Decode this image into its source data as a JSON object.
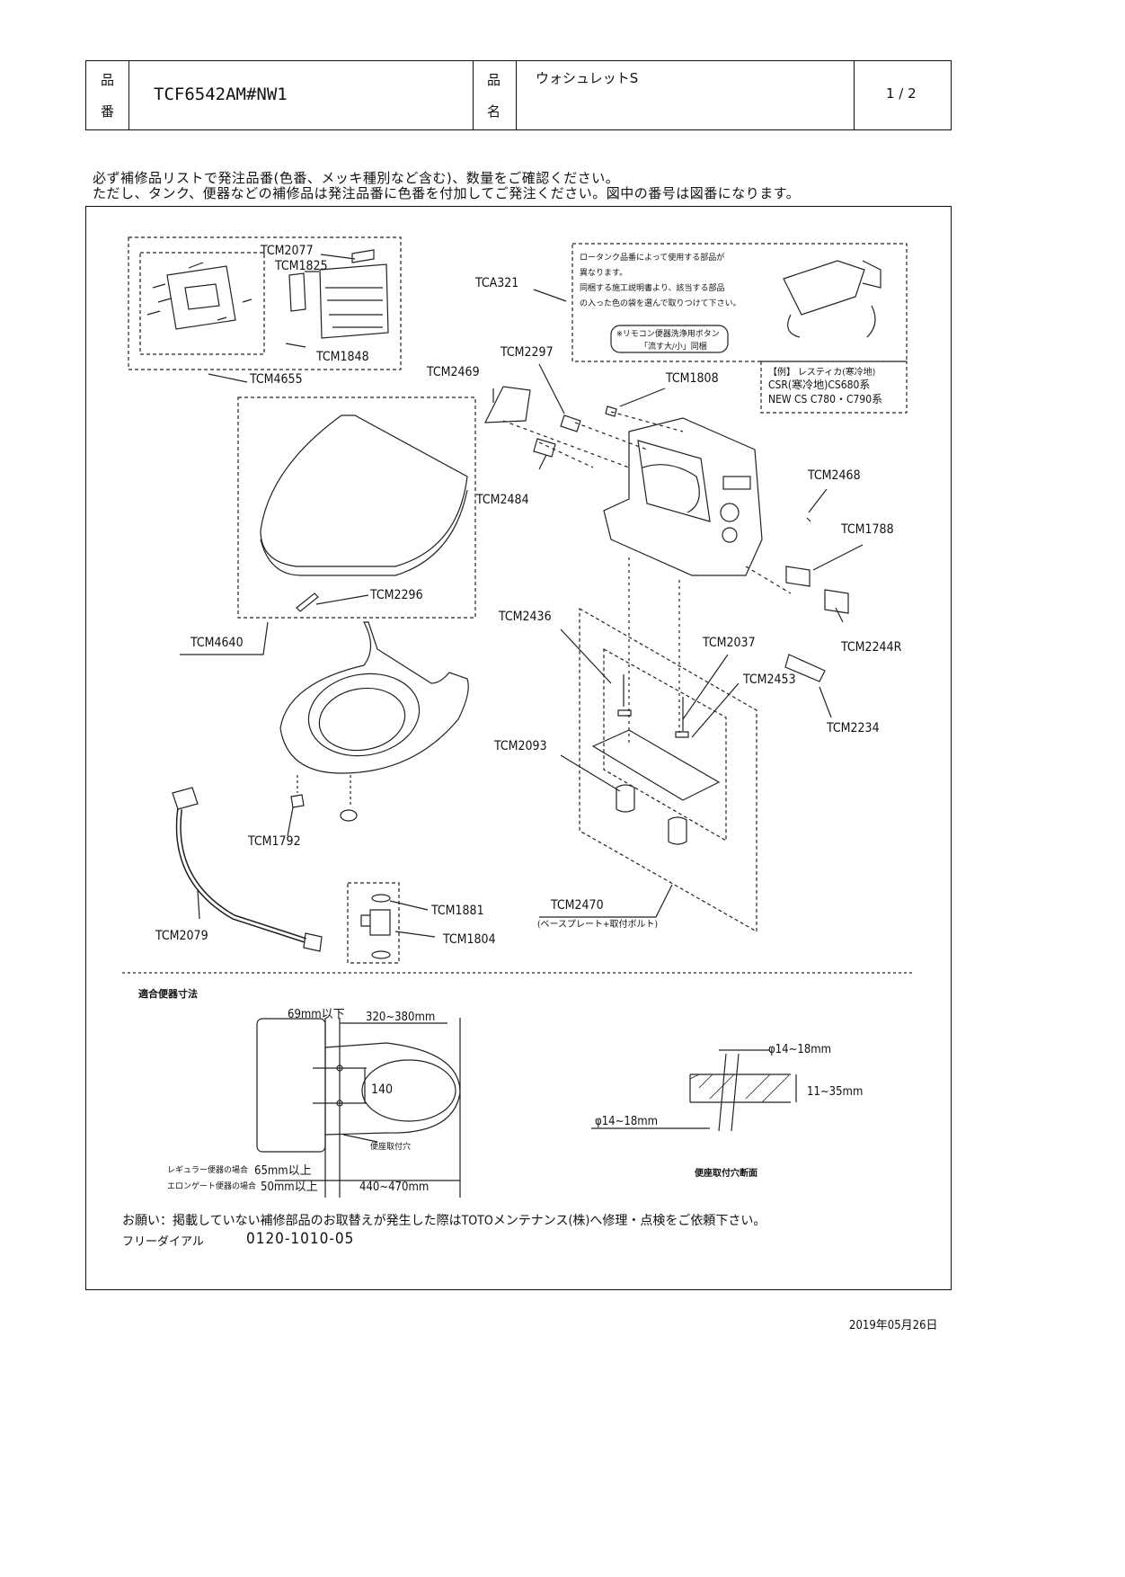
{
  "header": {
    "hinban_label_1": "品",
    "hinban_label_2": "番",
    "part_number": "TCF6542AM#NW1",
    "hinmei_label_1": "品",
    "hinmei_label_2": "名",
    "product_name": "ウォシュレットS",
    "page": "1 / 2"
  },
  "notes": {
    "line1": "必ず補修品リストで発注品番(色番、メッキ種別など含む)、数量をご確認ください。",
    "line2": "ただし、タンク、便器などの補修品は発注品番に色番を付加してご発注ください。図中の番号は図番になります。"
  },
  "parts": {
    "tcm2077": "TCM2077",
    "tcm1825": "TCM1825",
    "tcm1848": "TCM1848",
    "tcm4655": "TCM4655",
    "tca321": "TCA321",
    "tcm2297": "TCM2297",
    "tcm2469": "TCM2469",
    "tcm1808": "TCM1808",
    "tcm2484": "TCM2484",
    "tcm2468": "TCM2468",
    "tcm1788": "TCM1788",
    "tcm2296": "TCM2296",
    "tcm4640": "TCM4640",
    "tcm2436": "TCM2436",
    "tcm2037": "TCM2037",
    "tcm2244r": "TCM2244R",
    "tcm2453": "TCM2453",
    "tcm2234": "TCM2234",
    "tcm2093": "TCM2093",
    "tcm1792": "TCM1792",
    "tcm2079": "TCM2079",
    "tcm1881": "TCM1881",
    "tcm1804": "TCM1804",
    "tcm2470": "TCM2470",
    "tcm2470_note": "(ベースプレート+取付ボルト)"
  },
  "tca321_box": {
    "l1": "ロータンク品番によって使用する部品が",
    "l2": "異なります。",
    "l3": "同梱する施工説明書より、該当する部品",
    "l4": "の入った色の袋を選んで取りつけて下さい。",
    "remote_note1": "※リモコン便器洗浄用ボタン",
    "remote_note2": "「流す大/小」同梱",
    "example": "【例】 レスティカ(寒冷地)",
    "ex2": "CSR(寒冷地)CS680系",
    "ex3": "NEW CS C780・C790系"
  },
  "dims": {
    "title": "適合便器寸法",
    "d69": "69mm以下",
    "d320": "320~380mm",
    "d140": "140",
    "seat_hole": "便座取付穴",
    "regular": "レギュラー便器の場合",
    "regular_val": "65mm以上",
    "elongated": "エロンゲート便器の場合",
    "elongated_val": "50mm以上",
    "d440": "440~470mm",
    "phi_top": "φ14~18mm",
    "thick": "11~35mm",
    "phi_bottom": "φ14~18mm",
    "section": "便座取付穴断面"
  },
  "footer": {
    "request": "お願い：掲載していない補修部品のお取替えが発生した際はTOTOメンテナンス(株)へ修理・点検をご依頼下さい。",
    "free_dial_label": "フリーダイアル",
    "free_dial": "0120-1010-05",
    "date": "2019年05月26日"
  }
}
